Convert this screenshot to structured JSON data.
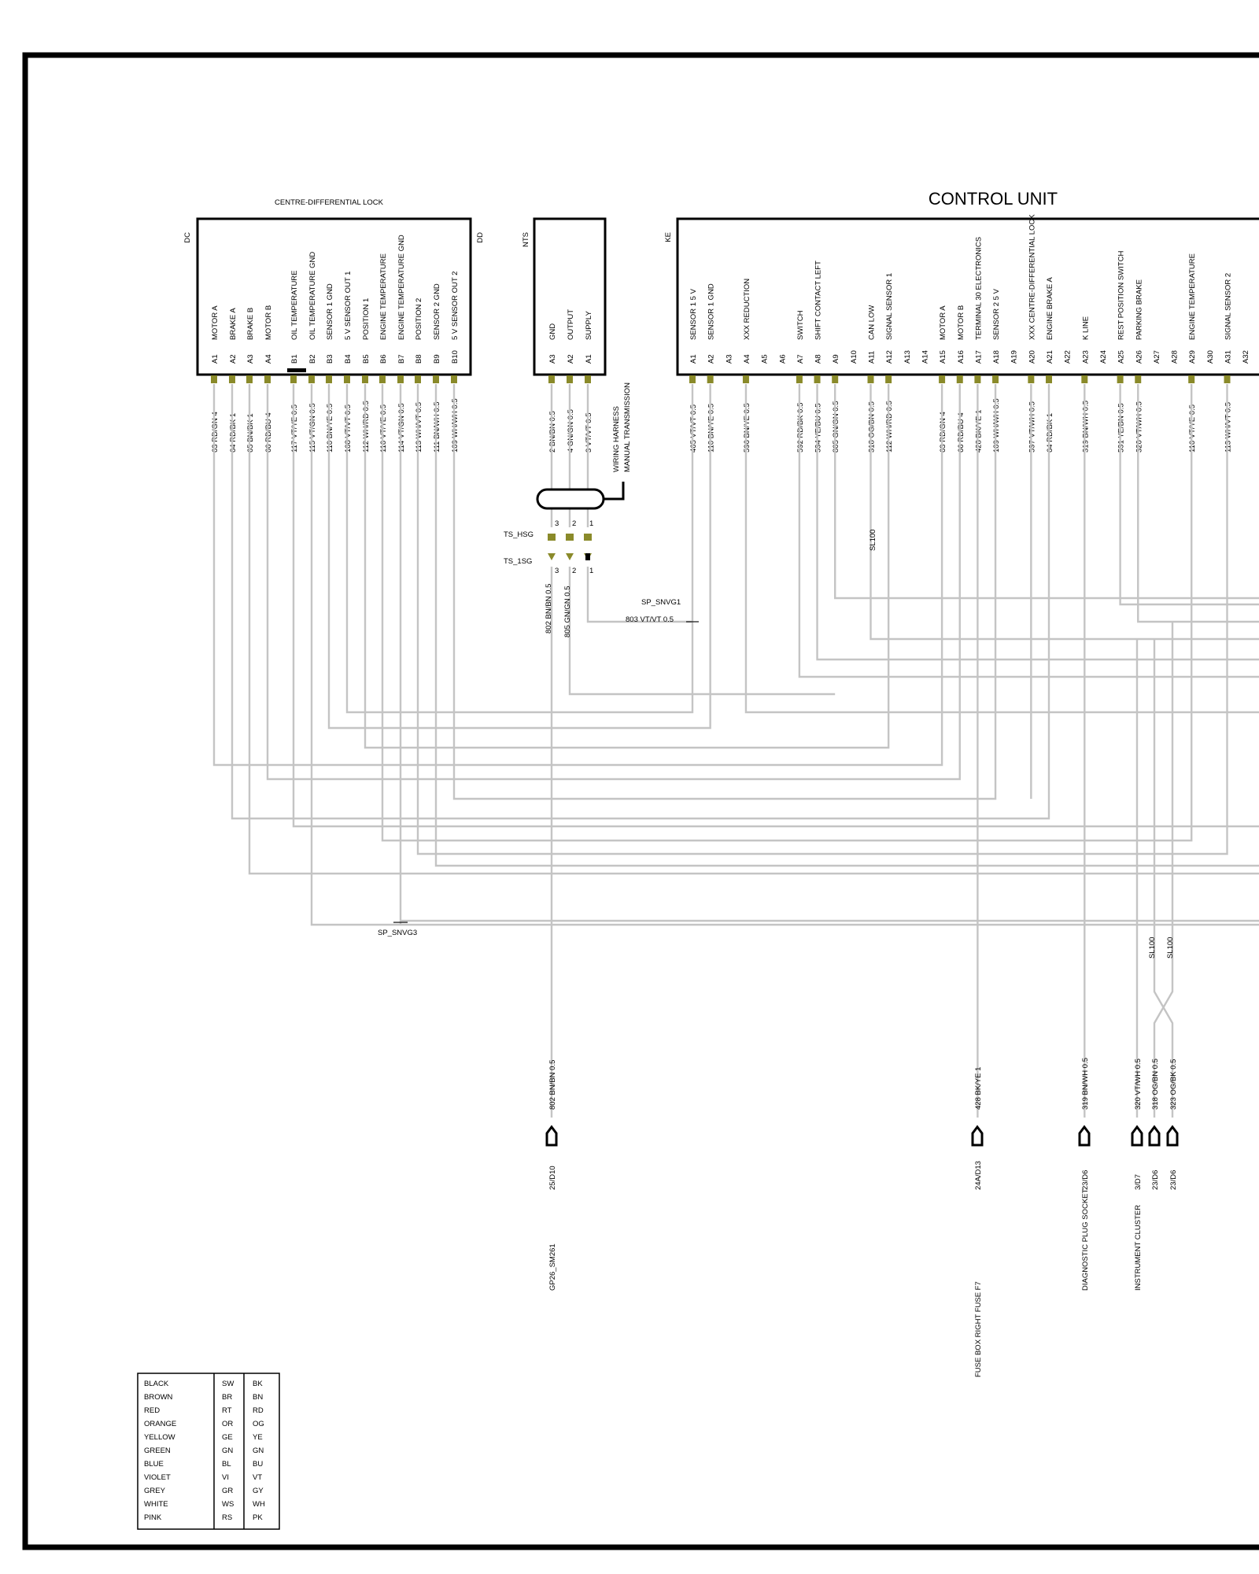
{
  "title": "CONTROL UNIT",
  "centre_diff": {
    "header": "CENTRE-DIFFERENTIAL LOCK",
    "tag_left": "DC",
    "tag_right": "DD",
    "pins": [
      {
        "id": "A1",
        "label": "MOTOR     A",
        "wire": "63 RD/GN 4"
      },
      {
        "id": "A2",
        "label": "BRAKE     A",
        "wire": "64 RD/BK 1"
      },
      {
        "id": "A3",
        "label": "BRAKE     B",
        "wire": "65 BN/BK 1"
      },
      {
        "id": "A4",
        "label": "MOTOR     B",
        "wire": "66 RD/BU 4"
      },
      {
        "id": "B1",
        "label": "OIL TEMPERATURE",
        "wire": "117 VT/YE 0.5"
      },
      {
        "id": "B2",
        "label": "OIL TEMPERATURE  GND",
        "wire": "115 VT/GN 0.5"
      },
      {
        "id": "B3",
        "label": "SENSOR  1  GND",
        "wire": "110 BN/YE 0.5"
      },
      {
        "id": "B4",
        "label": "5 V  SENSOR     OUT 1",
        "wire": "108 VT/VT 0.5"
      },
      {
        "id": "B5",
        "label": "POSITION     1",
        "wire": "112 WH/RD 0.5"
      },
      {
        "id": "B6",
        "label": "ENGINE TEMPERATURE",
        "wire": "116 VT/YE 0.5"
      },
      {
        "id": "B7",
        "label": "ENGINE TEMPERATURE  GND",
        "wire": "114 VT/GN 0.5"
      },
      {
        "id": "B8",
        "label": "POSITION     2",
        "wire": "113 WH/VT 0.5"
      },
      {
        "id": "B9",
        "label": "SENSOR  2  GND",
        "wire": "111 BN/WH 0.5"
      },
      {
        "id": "B10",
        "label": "5 V  SENSOR     OUT 2",
        "wire": "109 WH/WH 0.5"
      }
    ]
  },
  "nts": {
    "tag": "NTS",
    "pins": [
      {
        "id": "A3",
        "label": "GND",
        "wire": "2 BN/BN 0.5"
      },
      {
        "id": "A2",
        "label": "OUTPUT",
        "wire": "4 GN/GN 0.5"
      },
      {
        "id": "A1",
        "label": "SUPPLY",
        "wire": "3 VT/VT 0.5"
      }
    ],
    "harness_label_1": "WIRING HARNESS",
    "harness_label_2": "MANUAL TRANSMISSION",
    "ts_hsg": "TS_HSG",
    "ts_1sg": "TS_1SG",
    "conn_pins": [
      "3",
      "2",
      "1"
    ],
    "wire_802": "802 BN/BN 0.5",
    "wire_805": "805 GN/GN 0.5",
    "sp1": "SP_SNVG1",
    "wire_803": "803 VT/VT 0.5"
  },
  "control_unit": {
    "tag": "KE",
    "pins": [
      {
        "id": "A1",
        "label": "SENSOR  1  5 V",
        "wire": "465 VT/VT 0.5"
      },
      {
        "id": "A2",
        "label": "SENSOR  1  GND",
        "wire": "110 BN/YE 0.5"
      },
      {
        "id": "A3",
        "label": "",
        "wire": ""
      },
      {
        "id": "A4",
        "label": "XXX  REDUCTION",
        "wire": "596 BN/YE 0.5"
      },
      {
        "id": "A5",
        "label": "",
        "wire": ""
      },
      {
        "id": "A6",
        "label": "",
        "wire": ""
      },
      {
        "id": "A7",
        "label": "SWITCH",
        "wire": "592 RD/BK 0.5"
      },
      {
        "id": "A8",
        "label": "SHIFT CONTACT  LEFT",
        "wire": "594 YE/BU 0.5"
      },
      {
        "id": "A9",
        "label": "",
        "wire": "805 GN/GN 0.5"
      },
      {
        "id": "A10",
        "label": "",
        "wire": ""
      },
      {
        "id": "A11",
        "label": "CAN LOW",
        "wire": "318 OG/BN 0.5"
      },
      {
        "id": "A12",
        "label": "SIGNAL  SENSOR  1",
        "wire": "112 WH/RD 0.5"
      },
      {
        "id": "A13",
        "label": "",
        "wire": ""
      },
      {
        "id": "A14",
        "label": "",
        "wire": ""
      },
      {
        "id": "A15",
        "label": "MOTOR     A",
        "wire": "63 RD/GN 4"
      },
      {
        "id": "A16",
        "label": "MOTOR     B",
        "wire": "66 RD/BU 4"
      },
      {
        "id": "A17",
        "label": "TERMINAL 30  ELECTRONICS",
        "wire": "428 BK/YE 1"
      },
      {
        "id": "A18",
        "label": "SENSOR  2  5 V",
        "wire": "109 WH/WH 0.5"
      },
      {
        "id": "A19",
        "label": "",
        "wire": ""
      },
      {
        "id": "A20",
        "label": "XXX  CENTRE-DIFFERENTIAL LOCK",
        "wire": "597 VT/WH 0.5"
      },
      {
        "id": "A21",
        "label": "ENGINE BRAKE     A",
        "wire": "64 RD/BK 1"
      },
      {
        "id": "A22",
        "label": "",
        "wire": ""
      },
      {
        "id": "A23",
        "label": "K LINE",
        "wire": "319 BN/WH 0.5"
      },
      {
        "id": "A24",
        "label": "",
        "wire": ""
      },
      {
        "id": "A25",
        "label": "REST POSITION SWITCH",
        "wire": "591 YE/BN 0.5"
      },
      {
        "id": "A26",
        "label": "PARKING BRAKE",
        "wire": "320 VT/WH 0.5"
      },
      {
        "id": "A27",
        "label": "",
        "wire": ""
      },
      {
        "id": "A28",
        "label": "",
        "wire": ""
      },
      {
        "id": "A29",
        "label": "ENGINE TEMPERATURE",
        "wire": "116 VT/YE 0.5"
      },
      {
        "id": "A30",
        "label": "",
        "wire": ""
      },
      {
        "id": "A31",
        "label": "SIGNAL  SENSOR  2",
        "wire": "113 WH/VT 0.5"
      },
      {
        "id": "A32",
        "label": "",
        "wire": ""
      }
    ]
  },
  "splices": {
    "sp3": "SP_SNVG3",
    "sl100_a": "SL100",
    "sl100_b": "SL100",
    "sl100_c": "SL100"
  },
  "bottom_connectors": [
    {
      "wire": "802 BN/BN 0.5",
      "ref": "25/D10",
      "name": "GP26_SM261"
    },
    {
      "wire": "428 BK/YE 1",
      "ref": "24A/D13",
      "name": "FUSE BOX     RIGHT   FUSE F7"
    },
    {
      "wire": "319 BN/WH 0.5",
      "ref": "23/D6",
      "name": "DIAGNOSTIC PLUG SOCKET"
    },
    {
      "wire": "320 VT/WH 0.5",
      "ref": "3/D7",
      "name": "INSTRUMENT CLUSTER"
    },
    {
      "wire": "318 OG/BN 0.5",
      "ref": "23/D6",
      "name": ""
    },
    {
      "wire": "323 OG/BK 0.5",
      "ref": "23/D6",
      "name": ""
    }
  ],
  "legend": {
    "rows": [
      [
        "BLACK",
        "SW",
        "BK"
      ],
      [
        "BROWN",
        "BR",
        "BN"
      ],
      [
        "RED",
        "RT",
        "RD"
      ],
      [
        "ORANGE",
        "OR",
        "OG"
      ],
      [
        "YELLOW",
        "GE",
        "YE"
      ],
      [
        "GREEN",
        "GN",
        "GN"
      ],
      [
        "BLUE",
        "BL",
        "BU"
      ],
      [
        "VIOLET",
        "VI",
        "VT"
      ],
      [
        "GREY",
        "GR",
        "GY"
      ],
      [
        "WHITE",
        "WS",
        "WH"
      ],
      [
        "PINK",
        "RS",
        "PK"
      ]
    ]
  },
  "colors": {
    "wire": "#c4c4c4",
    "pin": "#8a8a2a",
    "border": "#000000"
  }
}
